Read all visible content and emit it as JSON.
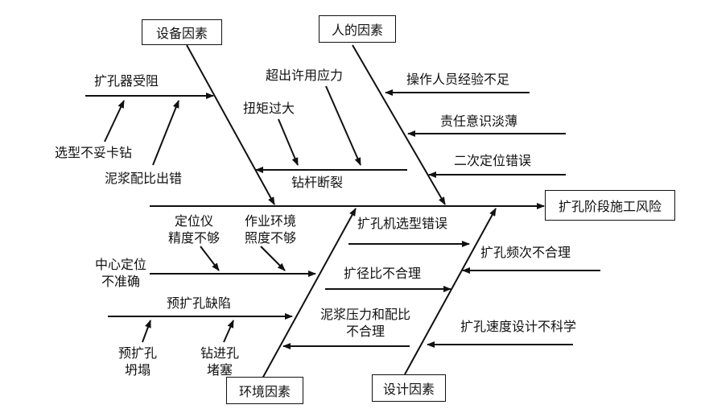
{
  "categories": {
    "equipment": "设备因素",
    "human": "人的因素",
    "environment": "环境因素",
    "design": "设计因素"
  },
  "effect": "扩孔阶段施工风险",
  "equipment": {
    "reamer_blocked": "扩孔器受阻",
    "wrong_bit": "选型不妥卡钻",
    "mud_ratio_error": "泥浆配比出错",
    "over_stress": "超出许用应力",
    "over_torque": "扭矩过大",
    "drill_rod_break": "钻杆断裂"
  },
  "human": {
    "lack_experience": "操作人员经验不足",
    "weak_responsibility": "责任意识淡薄",
    "positioning_error": "二次定位错误"
  },
  "environment": {
    "locator_precision": [
      "定位仪",
      "精度不够"
    ],
    "illumination": [
      "作业环境",
      "照度不够"
    ],
    "center_inaccurate": [
      "中心定位",
      "不准确"
    ],
    "pre_ream_defect": "预扩孔缺陷",
    "pre_ream_collapse": [
      "预扩孔",
      "坍塌"
    ],
    "hole_blocked": [
      "钻进孔",
      "堵塞"
    ]
  },
  "design": {
    "machine_selection_error": "扩孔机选型错误",
    "ratio_unreasonable": "扩径比不合理",
    "mud_pressure": [
      "泥浆压力和配比",
      "不合理"
    ],
    "frequency_unreasonable": "扩孔频次不合理",
    "speed_unscientific": "扩孔速度设计不科学"
  },
  "colors": {
    "ink": "#111111",
    "background": "#ffffff"
  }
}
